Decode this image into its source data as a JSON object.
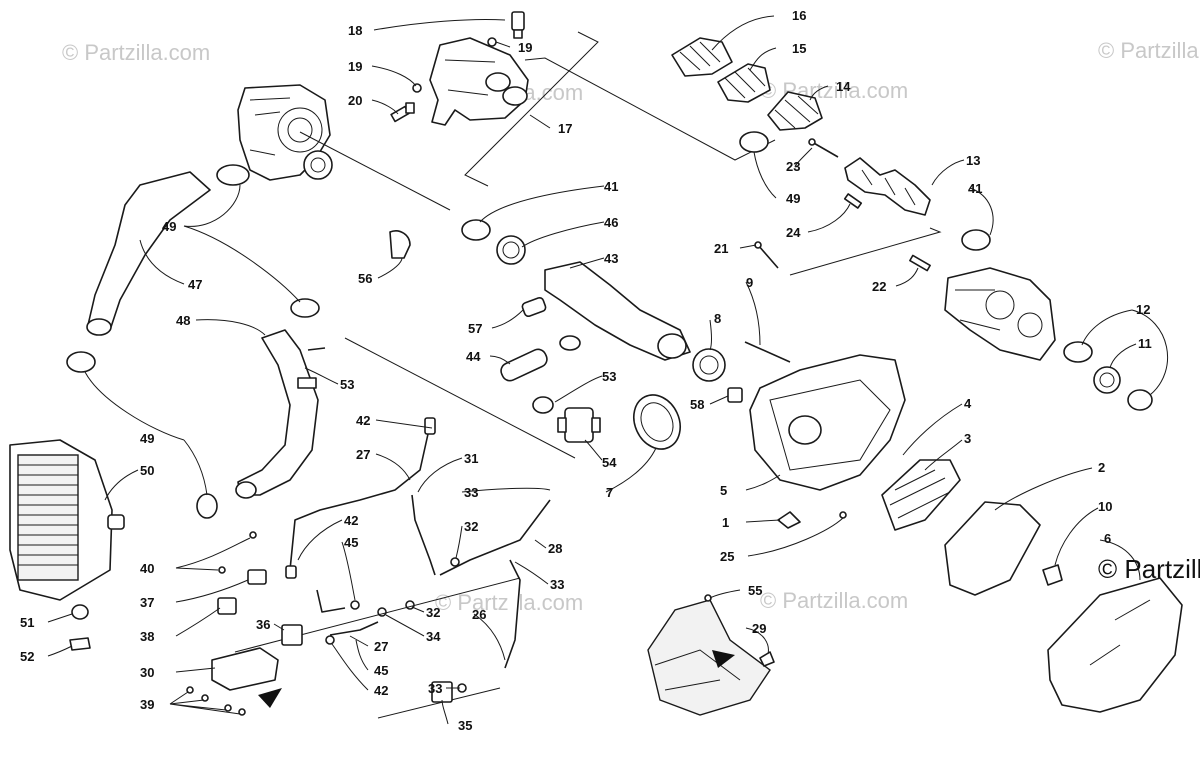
{
  "watermark": {
    "text": "© Partzilla.com",
    "corner_text": "© Partzilla.com"
  },
  "callouts": [
    "1",
    "2",
    "3",
    "4",
    "5",
    "6",
    "7",
    "8",
    "9",
    "10",
    "11",
    "12",
    "13",
    "14",
    "15",
    "16",
    "17",
    "18",
    "19",
    "20",
    "21",
    "22",
    "23",
    "24",
    "25",
    "26",
    "27",
    "28",
    "29",
    "30",
    "31",
    "32",
    "33",
    "34",
    "35",
    "36",
    "37",
    "38",
    "39",
    "40",
    "41",
    "42",
    "43",
    "44",
    "45",
    "46",
    "47",
    "48",
    "49",
    "50",
    "51",
    "52",
    "53",
    "54",
    "55",
    "56",
    "57",
    "58"
  ]
}
